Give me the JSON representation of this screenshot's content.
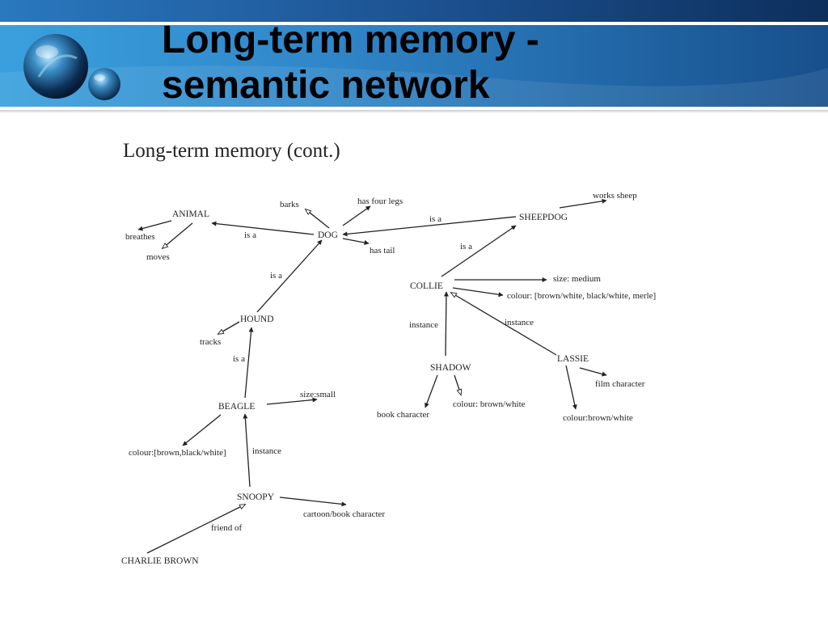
{
  "slide": {
    "title_line1": "Long-term memory -",
    "title_line2": "semantic network"
  },
  "theme": {
    "band_dark": "#0e3a6e",
    "band_mid": "#1f74b8",
    "band_light": "#3aa0dd",
    "ink": "#222222"
  },
  "figure": {
    "title": "Long-term memory (cont.)",
    "nodes": {
      "animal": "ANIMAL",
      "dog": "DOG",
      "sheepdog": "SHEEPDOG",
      "collie": "COLLIE",
      "hound": "HOUND",
      "beagle": "BEAGLE",
      "snoopy": "SNOOPY",
      "charlie_brown": "CHARLIE BROWN",
      "shadow": "SHADOW",
      "lassie": "LASSIE"
    },
    "attributes": {
      "breathes": "breathes",
      "moves": "moves",
      "barks": "barks",
      "has_four_legs": "has four legs",
      "has_tail": "has tail",
      "works_sheep": "works sheep",
      "size_medium": "size: medium",
      "colour_collie": "colour: [brown/white, black/white, merle]",
      "tracks": "tracks",
      "size_small": "size:small",
      "colour_beagle": "colour:[brown,black/white]",
      "cartoon_book_character": "cartoon/book character",
      "book_character": "book character",
      "colour_shadow": "colour: brown/white",
      "film_character": "film character",
      "colour_lassie": "colour:brown/white"
    },
    "relations": {
      "is_a_dog_animal": "is a",
      "is_a_sheepdog_dog": "is a",
      "is_a_collie_sheepdog": "is a",
      "is_a_hound_dog": "is a",
      "is_a_beagle_hound": "is a",
      "instance_snoopy_beagle": "instance",
      "friend_of": "friend of",
      "instance_shadow_collie": "instance",
      "instance_lassie_collie": "instance"
    }
  }
}
